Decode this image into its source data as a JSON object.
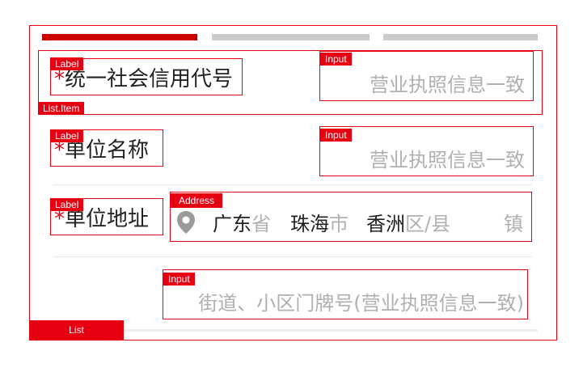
{
  "colors": {
    "accent": "#e60012",
    "progress_inactive": "#cccccc",
    "placeholder": "#b0b0b0"
  },
  "progress": {
    "total_steps": 3,
    "current_step": 1
  },
  "tags": {
    "label": "Label",
    "input": "Input",
    "address": "Address",
    "list_item": "List.Item",
    "list": "List"
  },
  "form": {
    "credit_code": {
      "required_mark": "*",
      "label": "统一社会信用代号",
      "placeholder": "营业执照信息一致"
    },
    "unit_name": {
      "required_mark": "*",
      "label": "单位名称",
      "placeholder": "营业执照信息一致"
    },
    "unit_address": {
      "required_mark": "*",
      "label": "单位地址",
      "icon": "location-pin-icon",
      "province": {
        "value": "广东",
        "unit": "省"
      },
      "city": {
        "value": "珠海",
        "unit": "市"
      },
      "district": {
        "value": "香洲",
        "unit": "区/县"
      },
      "town": {
        "unit": "镇"
      }
    },
    "street": {
      "placeholder": "街道、小区门牌号(营业执照信息一致)"
    }
  }
}
